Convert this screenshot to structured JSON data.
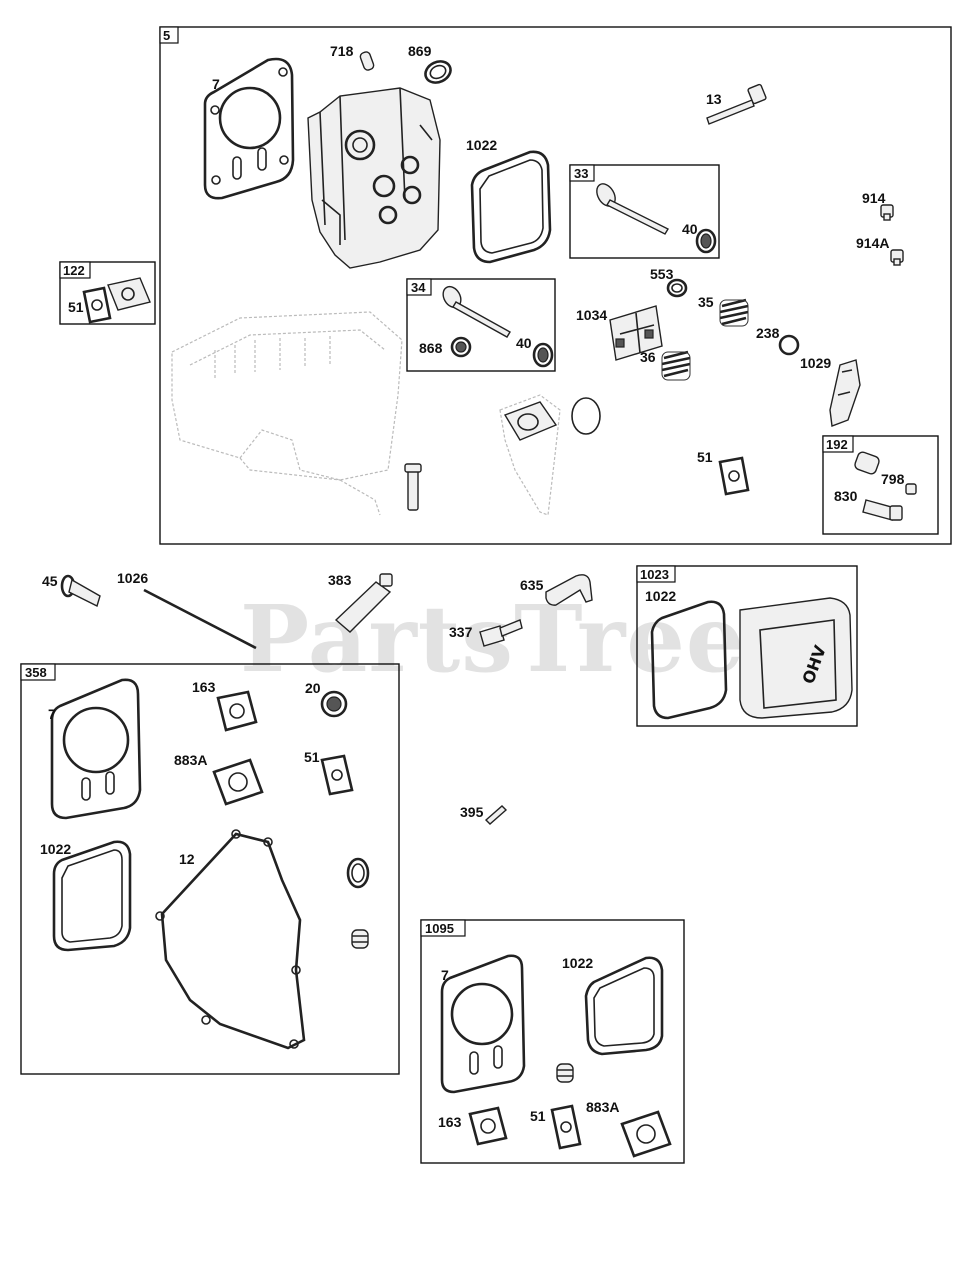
{
  "watermark": "PartsTree",
  "groups": {
    "g5": "5",
    "g122": "122",
    "g33": "33",
    "g34": "34",
    "g192": "192",
    "g1023": "1023",
    "g358": "358",
    "g1095": "1095"
  },
  "labels": {
    "l7a": "7",
    "l718": "718",
    "l869": "869",
    "l13": "13",
    "l1022a": "1022",
    "l40a": "40",
    "l914": "914",
    "l914A": "914A",
    "l51a": "51",
    "l553": "553",
    "l1034": "1034",
    "l35": "35",
    "l238": "238",
    "l868": "868",
    "l40b": "40",
    "l36": "36",
    "l1029": "1029",
    "l51b": "51",
    "l798": "798",
    "l830": "830",
    "l45": "45",
    "l1026": "1026",
    "l383": "383",
    "l635": "635",
    "l337": "337",
    "l1022b": "1022",
    "l7b": "7",
    "l163a": "163",
    "l20": "20",
    "l883Aa": "883A",
    "l51c": "51",
    "l1022c": "1022",
    "l12": "12",
    "l395": "395",
    "l7c": "7",
    "l1022d": "1022",
    "l163b": "163",
    "l51d": "51",
    "l883Ab": "883A"
  }
}
